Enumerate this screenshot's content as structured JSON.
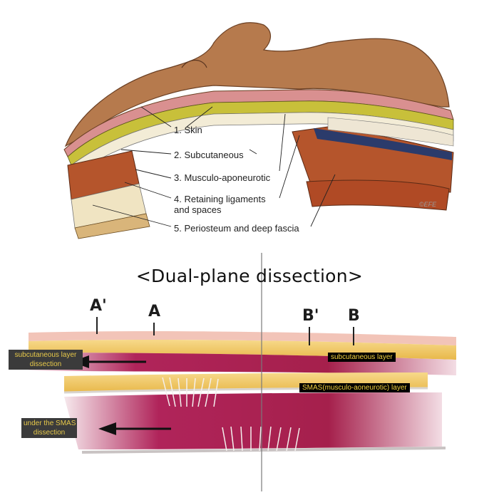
{
  "anatomy": {
    "labels": [
      {
        "text": "1. Skin"
      },
      {
        "text": "2. Subcutaneous"
      },
      {
        "text": "3. Musculo-aponeurotic"
      },
      {
        "text": "4. Retaining ligaments\nand spaces"
      },
      {
        "text": "5. Periosteum and deep fascia"
      }
    ],
    "credit": "©EFE",
    "colors": {
      "skin": "#b57a4c",
      "fat": "#c9c23a",
      "muscle": "#b8552e",
      "fascia": "#f3ecd6"
    }
  },
  "dissection": {
    "title": "<Dual-plane dissection>",
    "points": [
      "A'",
      "A",
      "B'",
      "B"
    ],
    "left_tags": {
      "upper": "subcutaneous layer\ndissection",
      "lower": "under the SMAS\ndissection"
    },
    "right_tags": {
      "upper": "subcutaneous layer",
      "lower": "SMAS(musculo-aoneurotic) layer"
    },
    "colors": {
      "tissue": "#a8204d",
      "fat": "#f0c660",
      "tag_text": "#f0d040"
    }
  }
}
